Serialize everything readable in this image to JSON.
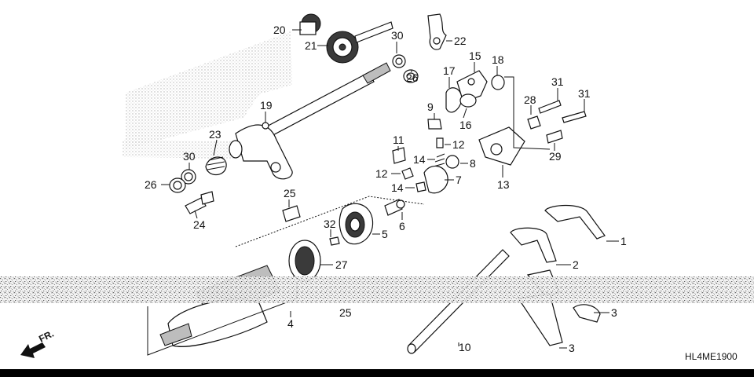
{
  "diagram_code": "HL4ME1900",
  "front_label": "FR.",
  "callouts": [
    {
      "id": "c1",
      "text": "1"
    },
    {
      "id": "c2",
      "text": "2"
    },
    {
      "id": "c3a",
      "text": "3"
    },
    {
      "id": "c3b",
      "text": "3"
    },
    {
      "id": "c4",
      "text": "4"
    },
    {
      "id": "c5",
      "text": "5"
    },
    {
      "id": "c6",
      "text": "6"
    },
    {
      "id": "c7",
      "text": "7"
    },
    {
      "id": "c8",
      "text": "8"
    },
    {
      "id": "c9",
      "text": "9"
    },
    {
      "id": "c10",
      "text": "10"
    },
    {
      "id": "c11",
      "text": "11"
    },
    {
      "id": "c12a",
      "text": "12"
    },
    {
      "id": "c12b",
      "text": "12"
    },
    {
      "id": "c13",
      "text": "13"
    },
    {
      "id": "c14a",
      "text": "14"
    },
    {
      "id": "c14b",
      "text": "14"
    },
    {
      "id": "c15",
      "text": "15"
    },
    {
      "id": "c16",
      "text": "16"
    },
    {
      "id": "c17",
      "text": "17"
    },
    {
      "id": "c18",
      "text": "18"
    },
    {
      "id": "c19",
      "text": "19"
    },
    {
      "id": "c20",
      "text": "20"
    },
    {
      "id": "c21",
      "text": "21"
    },
    {
      "id": "c22",
      "text": "22"
    },
    {
      "id": "c23",
      "text": "23"
    },
    {
      "id": "c24",
      "text": "24"
    },
    {
      "id": "c25a",
      "text": "25"
    },
    {
      "id": "c25b",
      "text": "25"
    },
    {
      "id": "c26a",
      "text": "26"
    },
    {
      "id": "c26b",
      "text": "26"
    },
    {
      "id": "c27",
      "text": "27"
    },
    {
      "id": "c28",
      "text": "28"
    },
    {
      "id": "c29",
      "text": "29"
    },
    {
      "id": "c30a",
      "text": "30"
    },
    {
      "id": "c30b",
      "text": "30"
    },
    {
      "id": "c31a",
      "text": "31"
    },
    {
      "id": "c31b",
      "text": "31"
    },
    {
      "id": "c32",
      "text": "32"
    }
  ]
}
